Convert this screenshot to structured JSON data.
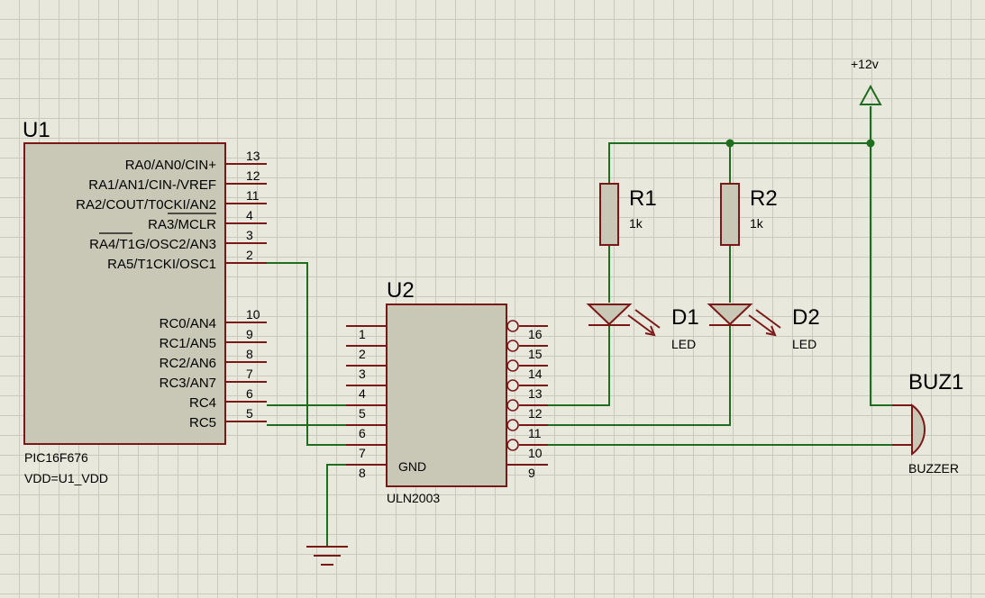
{
  "u1": {
    "ref": "U1",
    "part": "PIC16F676",
    "vdd": "VDD=U1_VDD",
    "pins": [
      {
        "label": "RA0/AN0/CIN+",
        "num": "13"
      },
      {
        "label": "RA1/AN1/CIN-/VREF",
        "num": "12"
      },
      {
        "label": "RA2/COUT/T0CKI/AN2",
        "num": "11"
      },
      {
        "label": "RA3/MCLR",
        "num": "4"
      },
      {
        "label": "RA4/T1G/OSC2/AN3",
        "num": "3"
      },
      {
        "label": "RA5/T1CKI/OSC1",
        "num": "2"
      },
      {
        "label": "RC0/AN4",
        "num": "10"
      },
      {
        "label": "RC1/AN5",
        "num": "9"
      },
      {
        "label": "RC2/AN6",
        "num": "8"
      },
      {
        "label": "RC3/AN7",
        "num": "7"
      },
      {
        "label": "RC4",
        "num": "6"
      },
      {
        "label": "RC5",
        "num": "5"
      }
    ]
  },
  "u2": {
    "ref": "U2",
    "part": "ULN2003",
    "gnd_label": "GND",
    "left_pins": [
      "1",
      "2",
      "3",
      "4",
      "5",
      "6",
      "7",
      "8"
    ],
    "right_pins": [
      "16",
      "15",
      "14",
      "13",
      "12",
      "11",
      "10",
      "9"
    ]
  },
  "r1": {
    "ref": "R1",
    "value": "1k"
  },
  "r2": {
    "ref": "R2",
    "value": "1k"
  },
  "d1": {
    "ref": "D1",
    "value": "LED"
  },
  "d2": {
    "ref": "D2",
    "value": "LED"
  },
  "buz1": {
    "ref": "BUZ1",
    "value": "BUZZER"
  },
  "power": {
    "label": "+12v"
  },
  "colors": {
    "wire": "#1f6e1f",
    "component": "#7a1818",
    "body_fill": "#c9c8b6",
    "background": "#e8e8dc"
  }
}
